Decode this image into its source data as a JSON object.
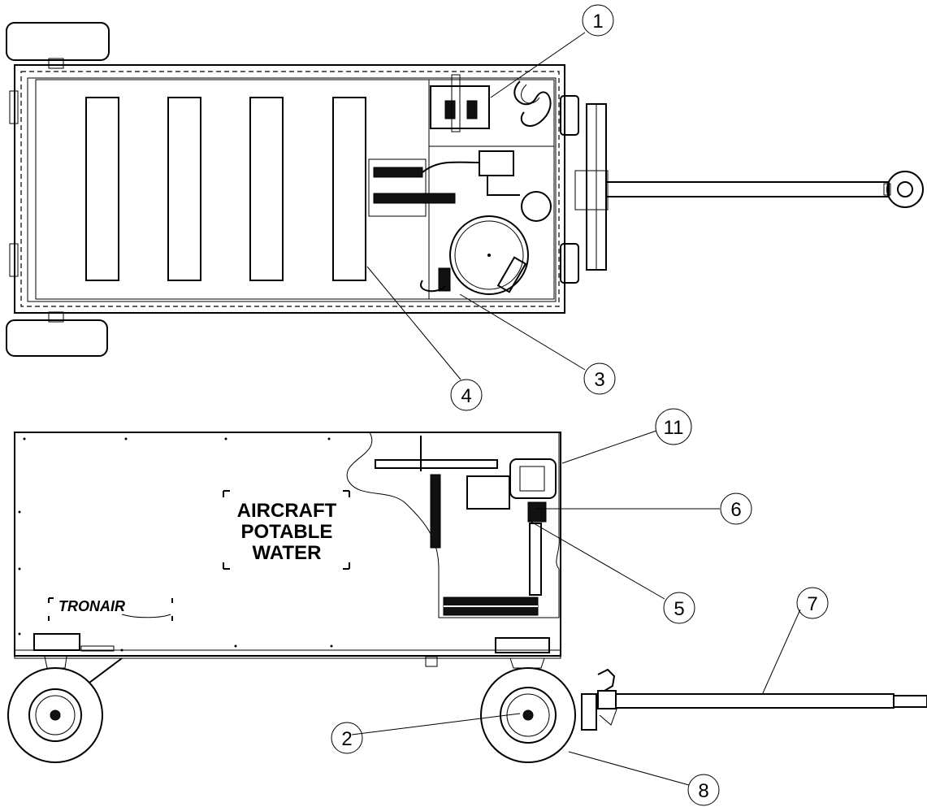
{
  "decal": {
    "line1": "AIRCRAFT",
    "line2": "POTABLE",
    "line3": "WATER",
    "brand": "TRONAIR"
  },
  "callouts": [
    {
      "id": "1",
      "label": "1"
    },
    {
      "id": "2",
      "label": "2"
    },
    {
      "id": "3",
      "label": "3"
    },
    {
      "id": "4",
      "label": "4"
    },
    {
      "id": "5",
      "label": "5"
    },
    {
      "id": "6",
      "label": "6"
    },
    {
      "id": "7",
      "label": "7"
    },
    {
      "id": "8",
      "label": "8"
    },
    {
      "id": "11",
      "label": "11"
    }
  ]
}
